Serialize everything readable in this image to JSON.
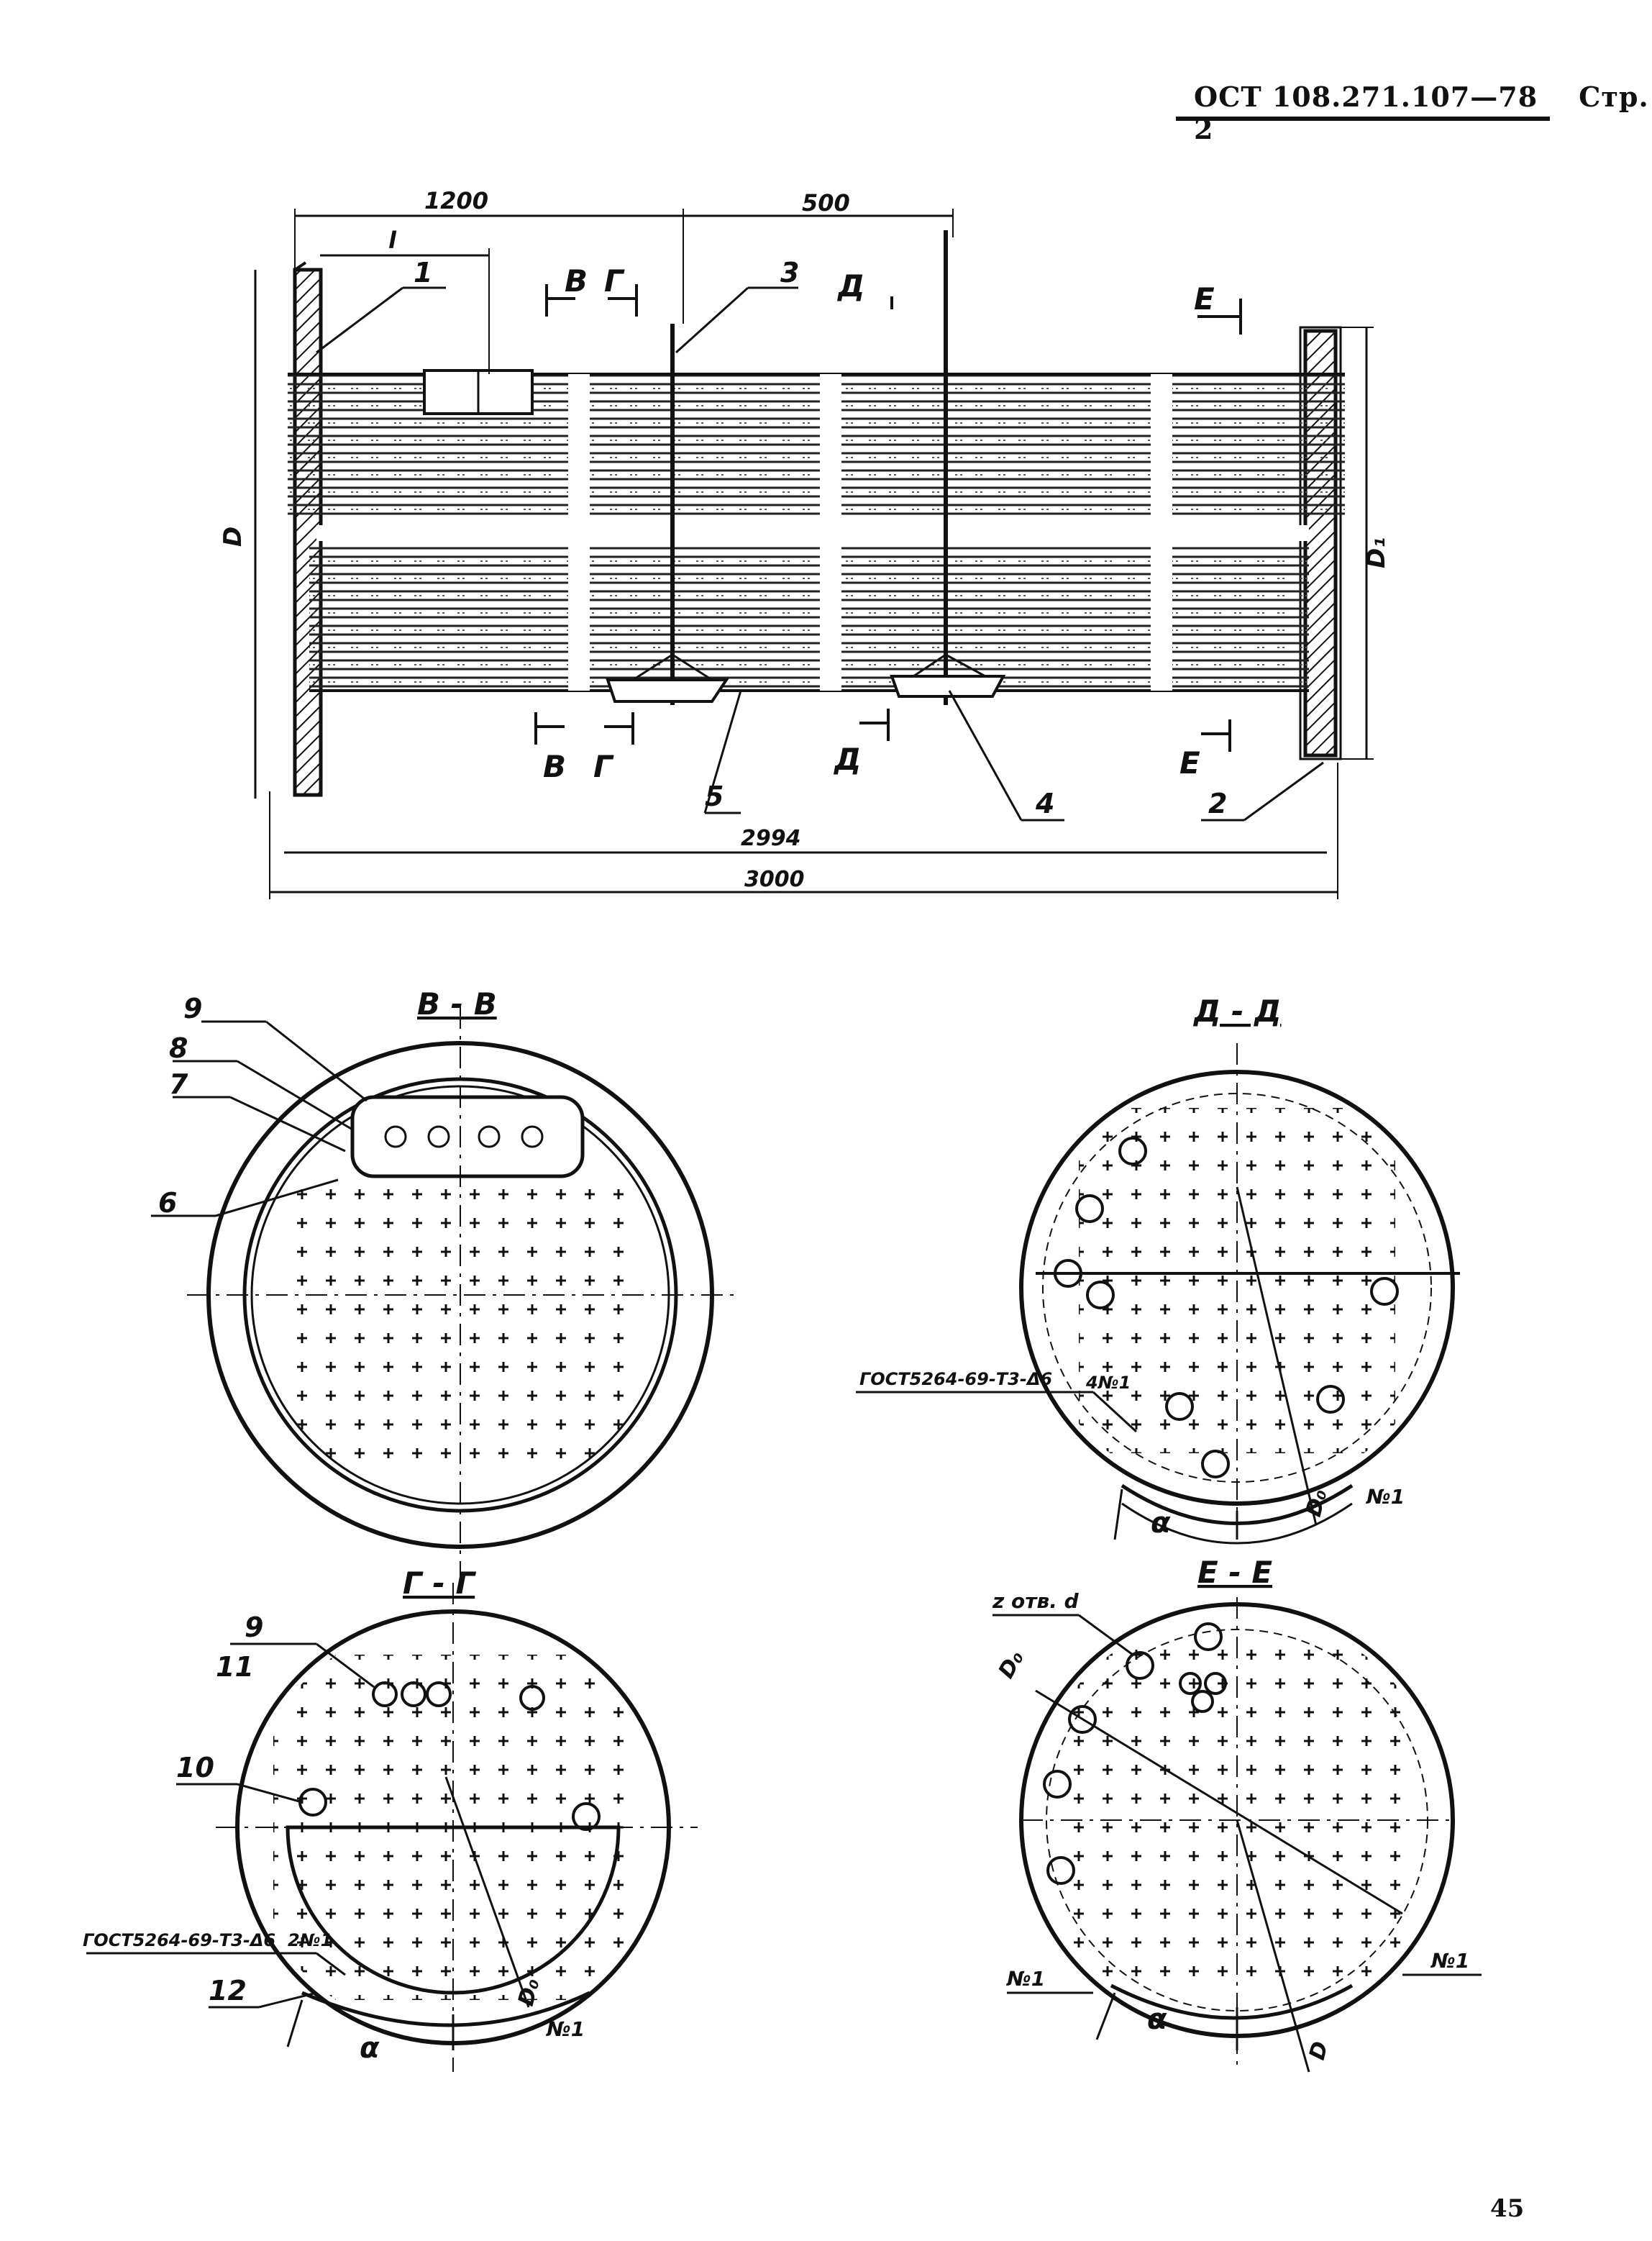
{
  "header": {
    "doc_code": "ОСТ 108.271.107—78",
    "page_label": "Стр. 2"
  },
  "page_number": "45",
  "main_view": {
    "dims": {
      "d1200": "1200",
      "d500": "500",
      "dl": "l",
      "d2994": "2994",
      "d3000": "3000",
      "dD": "D",
      "dD1": "D₁"
    },
    "cut_marks": {
      "b": "В",
      "g": "Г",
      "d": "Д",
      "e": "Е"
    },
    "callouts": {
      "c1": "1",
      "c2": "2",
      "c3": "3",
      "c4": "4",
      "c5": "5"
    }
  },
  "section_bb": {
    "title": "В - В",
    "callouts": {
      "c6": "6",
      "c7": "7",
      "c8": "8",
      "c9": "9"
    }
  },
  "section_dd": {
    "title": "Д - Д",
    "gost": "ГОСТ5264-69-Т3-Δ6",
    "weld_left": "4№1",
    "weld_right": "№1",
    "alpha": "α",
    "diam": "D₀"
  },
  "section_gg": {
    "title": "Г - Г",
    "gost": "ГОСТ5264-69-Т3-Δ6",
    "weld_left": "2№1",
    "weld_right": "№1",
    "alpha": "α",
    "diam": "D₀",
    "callouts": {
      "c9": "9",
      "c10": "10",
      "c11": "11",
      "c12": "12"
    }
  },
  "section_ee": {
    "title": "Е - Е",
    "holes": "z отв. d",
    "weld_left": "№1",
    "weld_right": "№1",
    "alpha": "α",
    "diam_a": "D₀",
    "diam_b": "D"
  }
}
